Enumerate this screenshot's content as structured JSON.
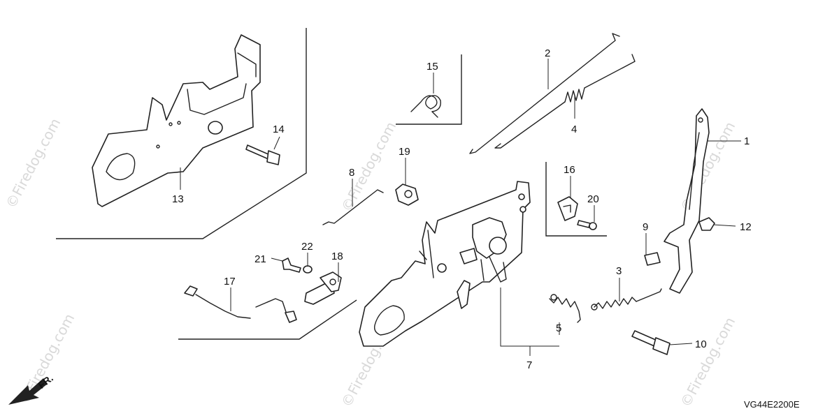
{
  "diagram": {
    "code": "VG44E2200E",
    "direction_label": "FR.",
    "watermark_text": "©Firedog.com",
    "callouts": {
      "p1": "1",
      "p2": "2",
      "p3": "3",
      "p4": "4",
      "p5": "5",
      "p7": "7",
      "p8": "8",
      "p9": "9",
      "p10": "10",
      "p12": "12",
      "p13": "13",
      "p14": "14",
      "p15": "15",
      "p16": "16",
      "p17": "17",
      "p18": "18",
      "p19": "19",
      "p20": "20",
      "p21": "21",
      "p22": "22"
    }
  }
}
